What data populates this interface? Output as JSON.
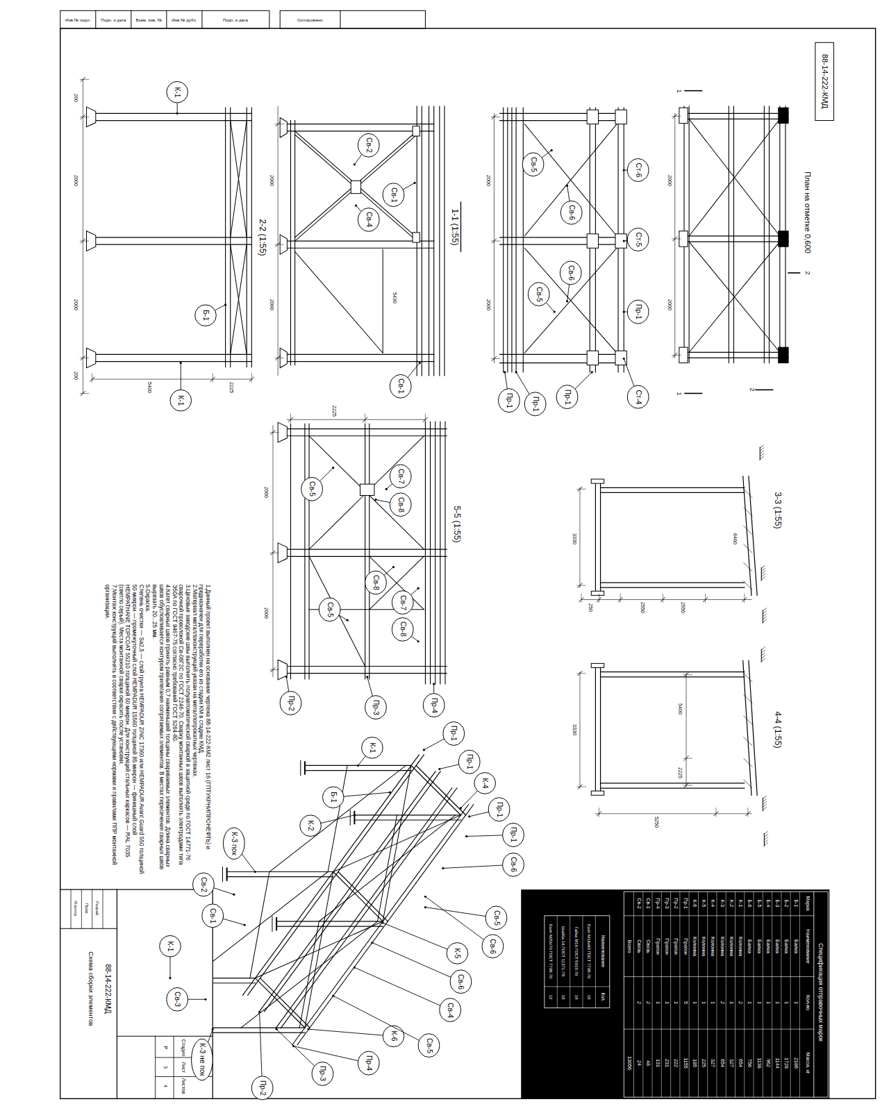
{
  "diagram": {
    "labels": [
      "Инв.№ подл.",
      "Подп. и дата",
      "Взам. инв. №",
      "Инв.№ дубл.",
      "Подп. и дата",
      "Согласовано",
      "К-1",
      "Б-1",
      "К-1",
      "2-2 (1:55)",
      "2000",
      "2000",
      "200",
      "200",
      "5400",
      "2225",
      "Св-2",
      "Св-1",
      "Св-4",
      "Св-1",
      "1-1 (1:55)",
      "2000",
      "2000",
      "5430",
      "Св-5",
      "Св-6",
      "Св-6",
      "Св-5",
      "Ст-6",
      "Ст-5",
      "Пр-1",
      "Ст-4",
      "Пр-1",
      "Пр-1",
      "Пр-1",
      "2000",
      "2000",
      "План на отметке 0,600",
      "88-14-222-КМД",
      "2000",
      "2000",
      "1",
      "1",
      "2",
      "2",
      "Св-5",
      "Св-7",
      "Св-8",
      "Св-5",
      "Св-8",
      "Св-7",
      "Св-8",
      "Пр-2",
      "Пр-3",
      "Пр-4",
      "5-5 (1:55)",
      "2225",
      "2000",
      "2000",
      "3-3 (1:55)",
      "2550",
      "2550",
      "250",
      "6460",
      "3330",
      "4-4 (1:55)",
      "5400",
      "2225",
      "3330",
      "5250",
      "К-1",
      "Пр-1",
      "Пр-1",
      "К-4",
      "Пр-1",
      "Пр-1",
      "Св-6",
      "Св-5",
      "Б-1",
      "К-2",
      "К-3 пок",
      "Св-2",
      "Св-1",
      "К-1",
      "Св-3",
      "К-3 не пок",
      "Пр-2",
      "Пр-3",
      "Пр-4",
      "К-6",
      "Св-5",
      "Св-4",
      "Св-6",
      "К-5",
      "Св-6",
      "88-14-222-КМД",
      "Схема сборки элементов",
      "Стадия",
      "Лист",
      "Листов",
      "Р",
      "3",
      "4",
      "Разраб.",
      "Пров.",
      "Н.контр.",
      "Спецификация отправочных марок",
      "Марка",
      "Наименование",
      "Кол-во",
      "Масса, кг",
      "Б-1",
      "Балка",
      "1",
      "2186",
      "Б-2",
      "Балка",
      "1",
      "1728",
      "Б-3",
      "Балка",
      "1",
      "1144",
      "Б-4",
      "Балка",
      "1",
      "962",
      "Б-5",
      "Балка",
      "1",
      "1138",
      "Б-6",
      "Балка",
      "1",
      "756",
      "К-1",
      "Колонна",
      "2",
      "654",
      "К-2",
      "Колонна",
      "1",
      "327",
      "К-3",
      "Колонна",
      "2",
      "654",
      "К-4",
      "Колонна",
      "1",
      "327",
      "К-5",
      "Колонна",
      "1",
      "225",
      "К-6",
      "Колонна",
      "1",
      "185",
      "Пр-1",
      "Прогон",
      "5",
      "1155",
      "Пр-2",
      "Прогон",
      "1",
      "222",
      "Пр-3",
      "Прогон",
      "1",
      "231",
      "Пр-4",
      "Прогон",
      "1",
      "131",
      "Св-1",
      "Связь",
      "2",
      "48",
      "Св-2",
      "Связь",
      "2",
      "24",
      "Всего",
      "13056",
      "Наименование",
      "Кол.",
      "Болт М16х60 ГОСТ 7798-70",
      "18",
      "Гайка М16 ГОСТ 5915-70",
      "18",
      "Шайба 16 ГОСТ 11371-78",
      "18",
      "Болт М20х70 ГОСТ 7798-70",
      "12",
      "1.Данный проект выполнен на основании чертежа 88-14-222-КМ2 лист 16 (ГПТУКРНИПРОНЕФТЬ) и предназначен для переработки его из стадии КМ в стадию КМД.",
      "2.Материал металлоконструкций указан на металлопрокатных чертежах.",
      "3.Цеховые заводские швы выполнять полуавтоматической сваркой в защитной среде по ГОСТ 14771-76 сварочной проволокой Св-08Г2С по ГОСТ 2246-70. Сварку монтажных швов выполнять электродами типа Э50А по ГОСТ 9467-75 согласно требований ГОСТ 5264-80.",
      "4.Катет сварных швов принять равным 0,7 наименьшей толщины свариваемых элементов. Длина сварных швов обусловливается контуром прилегания сопрягаемых элементов. В местах пересечения сварных швов вырезать 20...25 мм.",
      "5.Окраска.",
      "Степень очистки — Sa2,5 — слой грунта HEMPADUR ZINC 17360 или HEMPADUR Avant Guard 550 толщиной 50 микрон — промежуточный слой HEMPADUR 15560 толщиной 85 микрон — финишный слой HEMPATHANE TOPCOAT 55210 толщиной 60 микрон. Для конструкций стальных каркасов — RAL 7035 (светло серый). Места монтажной сварки окрасить после установки.",
      "7.Монтаж конструкций выполнять в соответствии с действующими нормами и правилами ППР монтажной организации."
    ]
  }
}
